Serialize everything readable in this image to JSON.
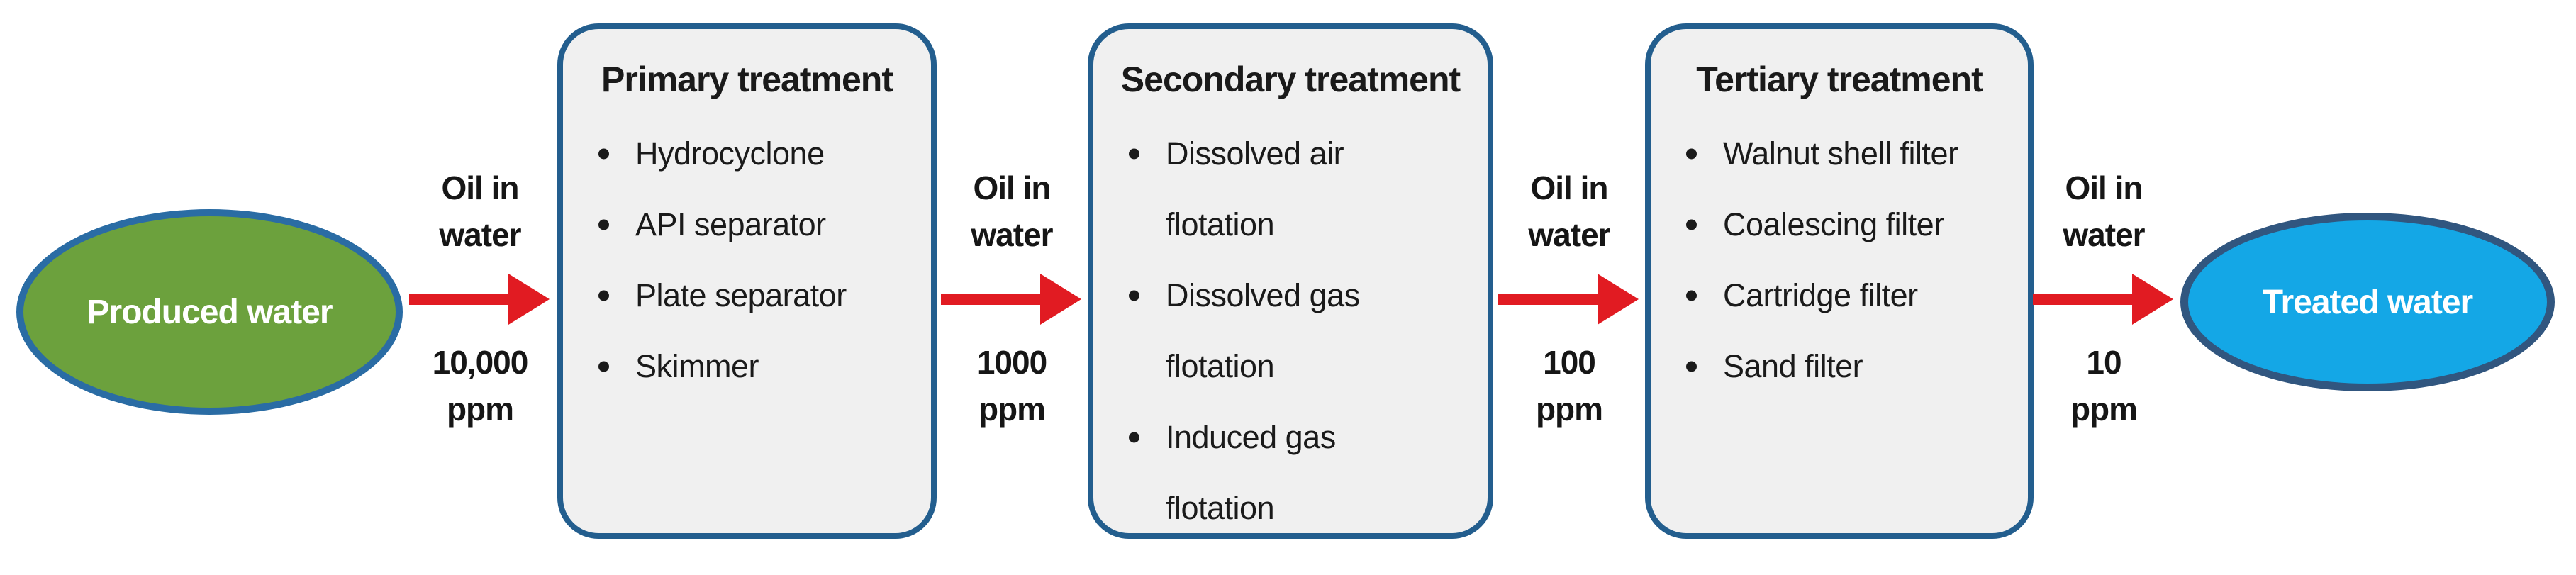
{
  "colors": {
    "green": "#6ca13d",
    "green-border": "#2a6ca4",
    "cyan": "#14a7e6",
    "cyan-border": "#31567f",
    "box-fill": "#f0f0f0",
    "box-border": "#235e8e",
    "arrow-red": "#e11b22",
    "text": "#1a1a1a"
  },
  "source": {
    "label": "Produced water"
  },
  "sink": {
    "label": "Treated water"
  },
  "boxes": [
    {
      "title": "Primary treatment",
      "items": [
        {
          "lines": [
            "Hydrocyclone"
          ]
        },
        {
          "lines": [
            "API separator"
          ]
        },
        {
          "lines": [
            "Plate separator"
          ]
        },
        {
          "lines": [
            "Skimmer"
          ]
        }
      ]
    },
    {
      "title": "Secondary treatment",
      "items": [
        {
          "lines": [
            "Dissolved air",
            "flotation"
          ]
        },
        {
          "lines": [
            "Dissolved gas",
            "flotation"
          ]
        },
        {
          "lines": [
            "Induced gas",
            "flotation"
          ]
        }
      ]
    },
    {
      "title": "Tertiary treatment",
      "items": [
        {
          "lines": [
            "Walnut shell filter"
          ]
        },
        {
          "lines": [
            "Coalescing filter"
          ]
        },
        {
          "lines": [
            "Cartridge filter"
          ]
        },
        {
          "lines": [
            "Sand filter"
          ]
        }
      ]
    }
  ],
  "arrows": [
    {
      "top_lines": [
        "Oil in",
        "water"
      ],
      "bottom_lines": [
        "10,000",
        "ppm"
      ]
    },
    {
      "top_lines": [
        "Oil in",
        "water"
      ],
      "bottom_lines": [
        "1000",
        "ppm"
      ]
    },
    {
      "top_lines": [
        "Oil in",
        "water"
      ],
      "bottom_lines": [
        "100",
        "ppm"
      ]
    },
    {
      "top_lines": [
        "Oil in",
        "water"
      ],
      "bottom_lines": [
        "10",
        "ppm"
      ]
    }
  ]
}
